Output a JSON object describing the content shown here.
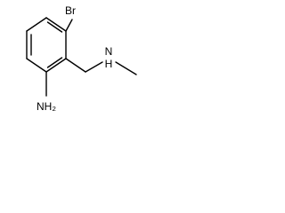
{
  "molecule": {
    "atoms": {
      "bromine": "Br",
      "amine_nh": "N",
      "amine_h": "H",
      "aniline_nh2": "NH₂"
    },
    "colors": {
      "bond": "#000000",
      "label": "#000000",
      "background": "#ffffff"
    }
  }
}
